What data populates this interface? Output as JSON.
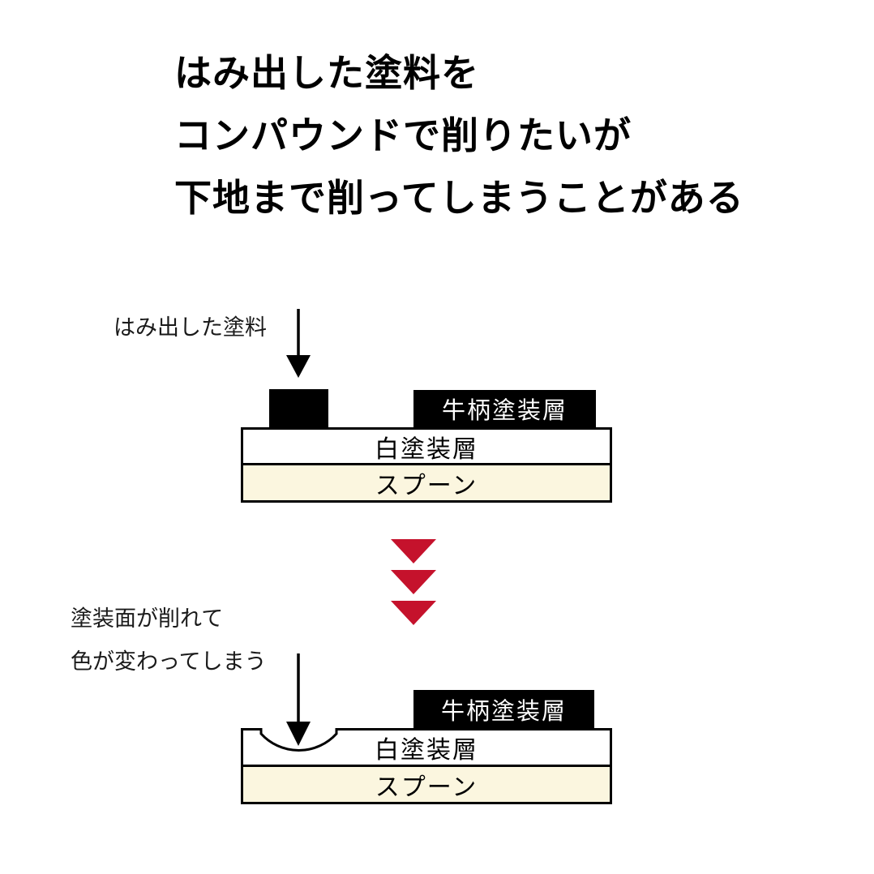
{
  "title": {
    "lines": [
      "はみ出した塗料を",
      "コンパウンドで削りたいが",
      "下地まで削ってしまうことがある"
    ]
  },
  "before_diagram": {
    "annotation": "はみ出した塗料",
    "pattern_layer_label": "牛柄塗装層",
    "white_layer_label": "白塗装層",
    "base_label": "スプーン"
  },
  "transition": {
    "arrow_count": 3
  },
  "after_diagram": {
    "annotation_lines": [
      "塗装面が削れて",
      "色が変わってしまう"
    ],
    "pattern_layer_label": "牛柄塗装層",
    "white_layer_label": "白塗装層",
    "base_label": "スプーン"
  },
  "colors": {
    "paint_black": "#000000",
    "spoon_cream": "#fbf6df",
    "arrow_red": "#c5122c",
    "text_black": "#000000"
  }
}
